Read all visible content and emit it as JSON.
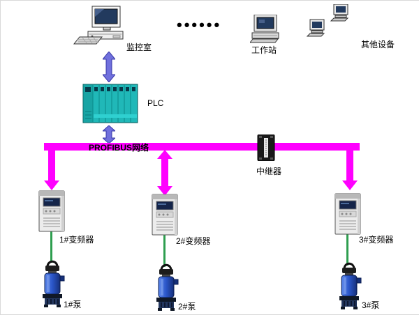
{
  "diagram": {
    "monitor_room": {
      "label": "监控室"
    },
    "dots": "••••••",
    "workstation": {
      "label": "工作站"
    },
    "other_devices": {
      "label": "其他设备"
    },
    "plc": {
      "label": "PLC"
    },
    "bus": {
      "label": "PROFIBUS网络"
    },
    "repeater": {
      "label": "中继器"
    },
    "vfds": [
      {
        "label": "1#变频器"
      },
      {
        "label": "2#变频器"
      },
      {
        "label": "3#变频器"
      }
    ],
    "pumps": [
      {
        "label": "1#泵"
      },
      {
        "label": "2#泵"
      },
      {
        "label": "3#泵"
      }
    ],
    "colors": {
      "bus": "#FF00FF",
      "command_arrow": "#7070DD",
      "plc_body": "#20B8B8",
      "pump_body": "#1E4FC4",
      "pump_link": "#2E9E4F"
    }
  }
}
